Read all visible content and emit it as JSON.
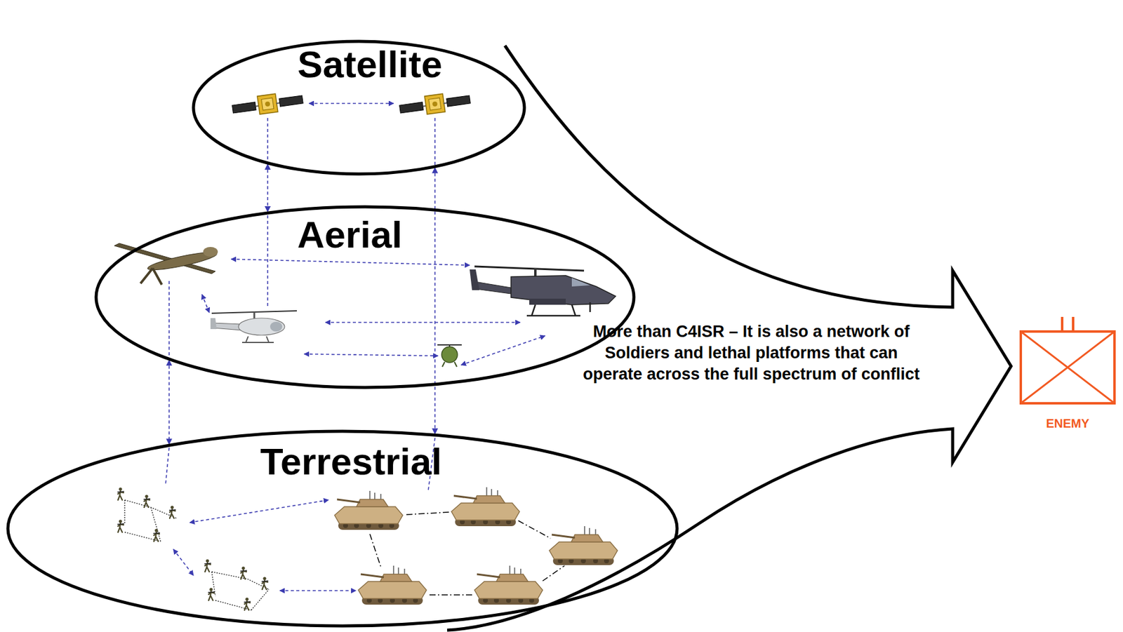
{
  "diagram": {
    "nodes": [
      {
        "text": [
          "Satellite"
        ]
      },
      {
        "text": [
          "Aerial"
        ]
      },
      {
        "text": [
          "Terrestrial"
        ]
      },
      {
        "text": [
          "More than C4ISR – It is also a network of Soldiers and lethal platforms that can operate across the full spectrum of conflict"
        ]
      },
      {
        "text": [
          "ENEMY"
        ]
      }
    ],
    "edges": [
      {
        "from": 0,
        "to": 1,
        "arrow": "both"
      },
      {
        "from": 0,
        "to": 2,
        "arrow": "both"
      },
      {
        "from": 1,
        "to": 2,
        "arrow": "both"
      }
    ]
  }
}
